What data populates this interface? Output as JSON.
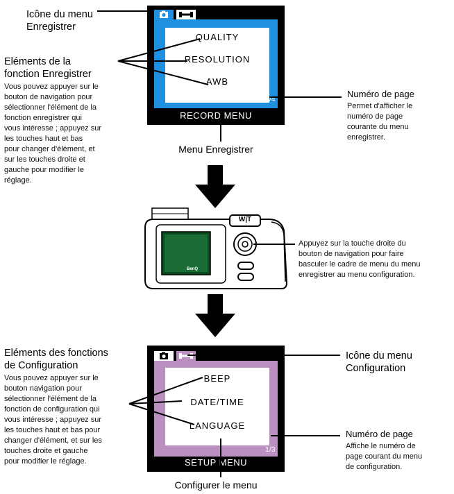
{
  "record": {
    "icon_label": "Icône du menu\nEnregistrer",
    "elements_title": "Eléments de la\nfonction Enregistrer",
    "elements_desc": "Vous pouvez appuyer sur le\nbouton de navigation pour\nsélectionner l'élément de la\nfonction enregistrer qui\nvous intéresse ; appuyez sur\nles touches haut et bas\npour changer d'élément, et\nsur les touches droite et\ngauche pour modifier le\nréglage.",
    "items": [
      "QUALITY",
      "RESOLUTION",
      "AWB"
    ],
    "page_number": "1/4",
    "menu_bar": "RECORD MENU",
    "page_title": "Numéro de page",
    "page_desc": "Permet d'afficher le\nnuméro de page\ncourante du menu\nenregistrer.",
    "caption": "Menu Enregistrer"
  },
  "camera": {
    "zoom_label": "W|T",
    "brand": "BenQ",
    "note": "Appuyez sur la touche droite du\nbouton de navigation pour faire\nbasculer le cadre de menu du menu\nenregistrer au menu configuration."
  },
  "setup": {
    "elements_title": "Eléments des fonctions\nde Configuration",
    "elements_desc": "Vous pouvez appuyer sur le\nbouton navigation pour\nsélectionner l'élément de la\nfonction de configuration qui\nvous intéresse ; appuyez sur\nles touches haut et bas pour\nchanger d'élément, et sur les\ntouches droite et gauche\npour modifier le réglage.",
    "items": [
      "BEEP",
      "DATE/TIME",
      "LANGUAGE"
    ],
    "page_number": "1/3",
    "menu_bar": "SETUP MENU",
    "icon_label": "Icône du menu\nConfiguration",
    "page_title": "Numéro de page",
    "page_desc": "Affiche le numéro de\npage courant du menu\nde configuration.",
    "caption": "Configurer le menu"
  },
  "colors": {
    "record_screen": "#1f8fe0",
    "setup_screen": "#bb8fc0",
    "frame": "#000000"
  },
  "icons": [
    "camera-icon",
    "wrench-icon",
    "down-arrow-icon"
  ]
}
